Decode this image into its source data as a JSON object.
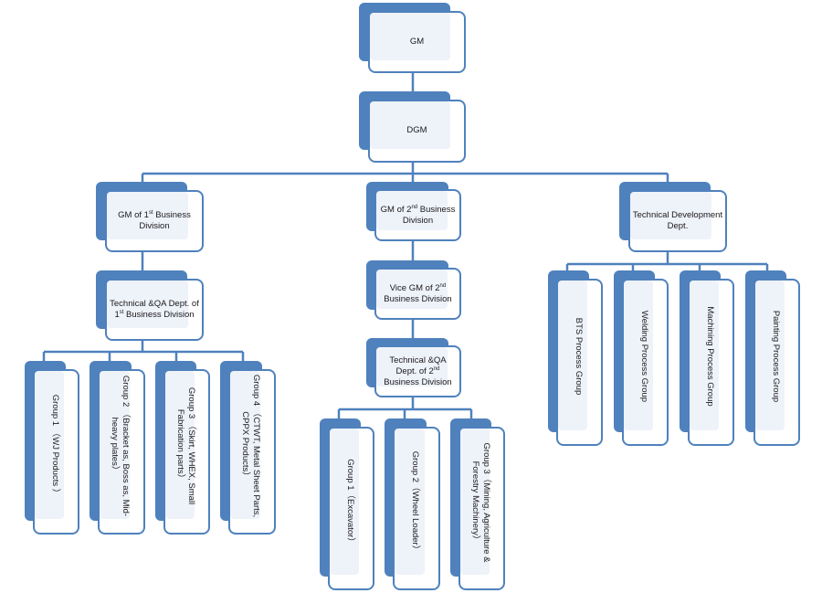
{
  "colors": {
    "accent": "#4f81bd",
    "card_fill": "#eef2f9",
    "connector": "#4f81bd"
  },
  "nodes": {
    "gm": {
      "text": "GM"
    },
    "dgm": {
      "text": "DGM"
    },
    "gm1": {
      "line1_pre": "GM of 1",
      "line1_sup": "st",
      "line1_post": " Business",
      "line2": "Division"
    },
    "gm2": {
      "line1_pre": "GM of 2",
      "line1_sup": "nd",
      "line1_post": " Business",
      "line2": "Division"
    },
    "tech_dev": {
      "line1": "Technical Development",
      "line2": "Dept."
    },
    "tqa1": {
      "line1": "Technical &QA Dept. of",
      "line2_pre": "1",
      "line2_sup": "st",
      "line2_post": " Business Division"
    },
    "vicegm2": {
      "line1_pre": "Vice GM of 2",
      "line1_sup": "nd",
      "line2": "Business Division"
    },
    "tqa2": {
      "line1": "Technical &QA",
      "line2_pre": "Dept. of 2",
      "line2_sup": "nd",
      "line3": "Business Division"
    },
    "g1_1": {
      "text": "Group 1 （WJ Products ）"
    },
    "g1_2": {
      "text": "Group 2 （Bracket as, Boss as, Mid-heavy plates）"
    },
    "g1_3": {
      "text": "Group 3 （Skirt, WHEX, Small Fabrication parts）"
    },
    "g1_4": {
      "text": "Group 4 （CTWT, Metal Sheet Parts, CPPX Products）"
    },
    "g2_1": {
      "text": "Group 1（Excavator）"
    },
    "g2_2": {
      "text": "Group 2（Wheel Loader）"
    },
    "g2_3": {
      "text": "Group 3（Mining, Agriculture & Forestry Machinery）"
    },
    "bts": {
      "text": "BTS  Process Group"
    },
    "welding": {
      "text": "Welding Process Group"
    },
    "machining": {
      "text": "Machining Process Group"
    },
    "painting": {
      "text": "Painting Process Group"
    }
  }
}
